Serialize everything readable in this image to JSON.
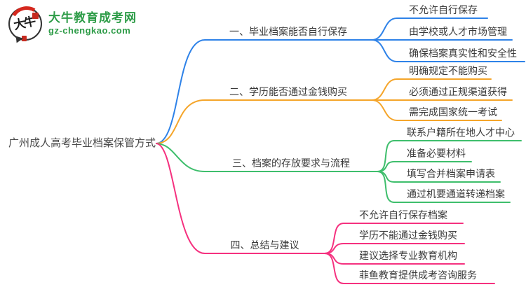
{
  "logo": {
    "mark_text": "大牛",
    "site_name": "大牛教育成考网",
    "site_url": "gz-chengkao.com"
  },
  "root": {
    "label": "广州成人高考毕业档案保管方式"
  },
  "colors": {
    "branch1_blue": "#2e82e8",
    "branch2_orange": "#f5a52a",
    "branch3_green": "#3ebe6c",
    "branch4_pink": "#f5317f",
    "text": "#3c3c3c",
    "logo_green": "#2e9c48",
    "logo_red": "#d5281e"
  },
  "branches": [
    {
      "label": "一、毕业档案能否自行保存",
      "color": "#2e82e8",
      "children": [
        "不允许自行保存",
        "由学校或人才市场管理",
        "确保档案真实性和安全性"
      ]
    },
    {
      "label": "二、学历能否通过金钱购买",
      "color": "#f5a52a",
      "children": [
        "明确规定不能购买",
        "必须通过正规渠道获得",
        "需完成国家统一考试"
      ]
    },
    {
      "label": "三、档案的存放要求与流程",
      "color": "#3ebe6c",
      "children": [
        "联系户籍所在地人才中心",
        "准备必要材料",
        "填写合并档案申请表",
        "通过机要通道转递档案"
      ]
    },
    {
      "label": "四、总结与建议",
      "color": "#f5317f",
      "children": [
        "不允许自行保存档案",
        "学历不能通过金钱购买",
        "建议选择专业教育机构",
        "菲鱼教育提供成考咨询服务"
      ]
    }
  ]
}
